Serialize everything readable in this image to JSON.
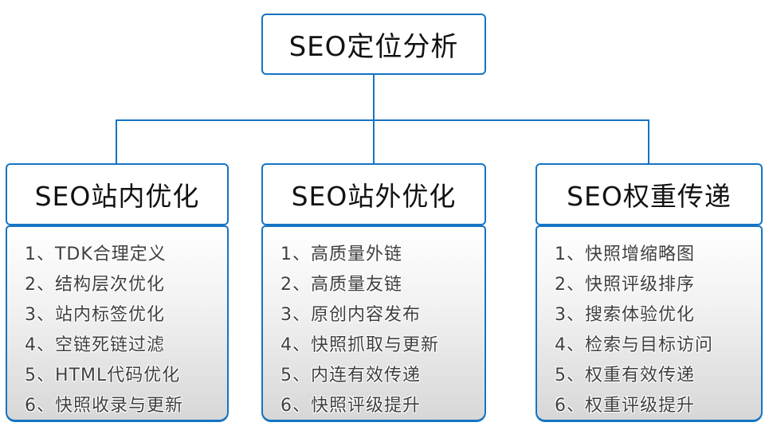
{
  "root": {
    "title": "SEO定位分析"
  },
  "branches": [
    {
      "title": "SEO站内优化",
      "items": [
        "1、TDK合理定义",
        "2、结构层次优化",
        "3、站内标签优化",
        "4、空链死链过滤",
        "5、HTML代码优化",
        "6、快照收录与更新"
      ]
    },
    {
      "title": "SEO站外优化",
      "items": [
        "1、高质量外链",
        "2、高质量友链",
        "3、原创内容发布",
        "4、快照抓取与更新",
        "5、内连有效传递",
        "6、快照评级提升"
      ]
    },
    {
      "title": "SEO权重传递",
      "items": [
        "1、快照增缩略图",
        "2、快照评级排序",
        "3、搜索体验优化",
        "4、检索与目标访问",
        "5、权重有效传递",
        "6、权重评级提升"
      ]
    }
  ],
  "colors": {
    "accent_blue": "#1574C4",
    "list_text": "#3F3F3F",
    "title_text": "#121212",
    "body_gradient_bottom": "#D7D7D7",
    "background": "#FFFFFF"
  }
}
